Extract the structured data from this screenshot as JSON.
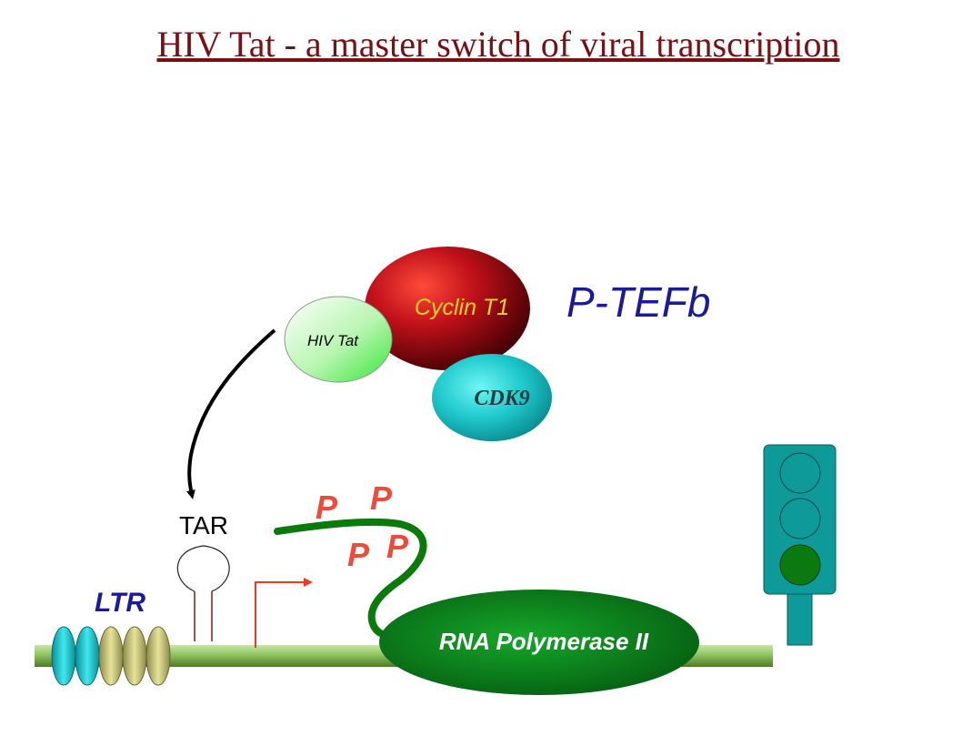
{
  "title": "HIV Tat - a master switch of viral transcription",
  "labels": {
    "cyclin": "Cyclin T1",
    "tat": "HIV Tat",
    "cdk9": "CDK9",
    "ptefb": "P-TEFb",
    "tar": "TAR",
    "ltr": "LTR",
    "polymerase": "RNA Polymerase II",
    "phosphates": [
      "P",
      "P",
      "P",
      "P"
    ]
  },
  "traffic_light": {
    "active": "bottom",
    "active_color": "green"
  },
  "colors": {
    "title": "#7a0f14",
    "ptefb": "#1a1a9c",
    "ltr": "#1a1a9c",
    "phosphate": "#f04a3a",
    "cyclin_label": "#ffd21f",
    "dna": "#8fc460",
    "polymerase": "#0a7a1a",
    "traffic_body": "#0f9a9a",
    "traffic_on": "#0a7a10"
  }
}
